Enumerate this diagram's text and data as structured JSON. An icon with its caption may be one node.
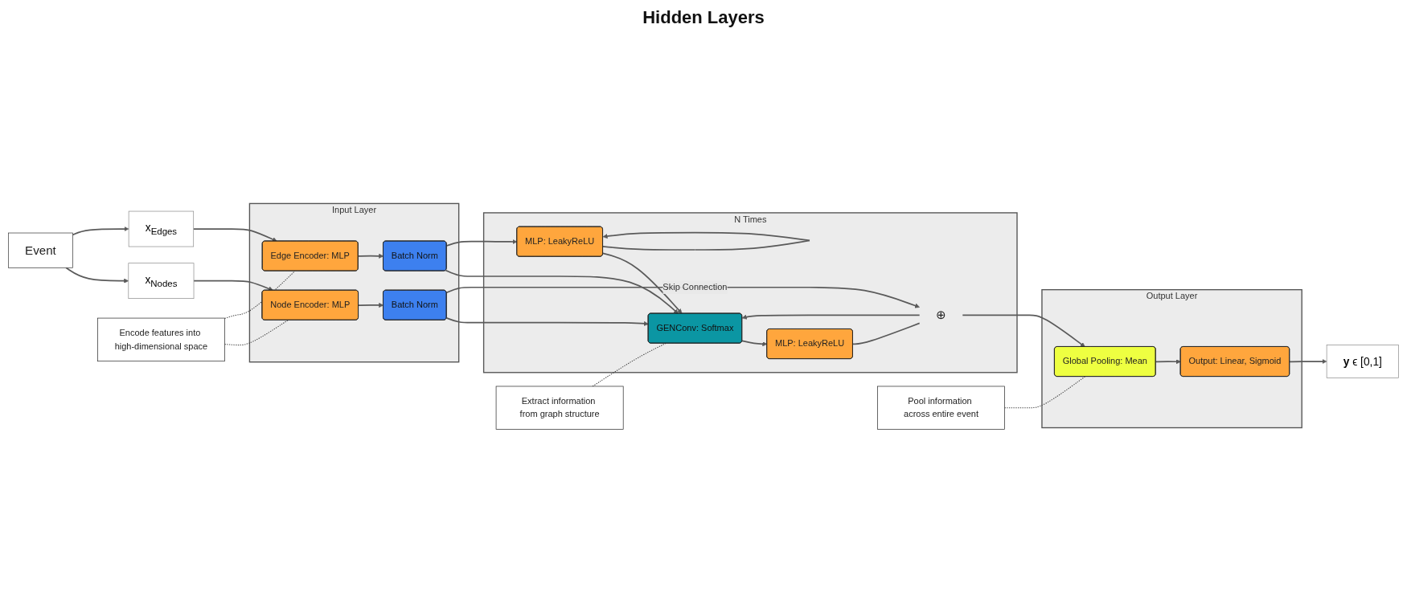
{
  "diagram": {
    "nodes": [
      {
        "text": [
          "Event"
        ]
      },
      {
        "text": [
          "x$_{Nodes}$"
        ]
      },
      {
        "text": [
          "x$_{Edges}$"
        ]
      },
      {
        "text": [
          "Input Layer"
        ]
      },
      {
        "text": [
          "Node Encoder: MLP"
        ],
        "in": 3
      },
      {
        "text": [
          "Batch Norm"
        ],
        "in": 3
      },
      {
        "text": [
          "Edge Encoder: MLP"
        ],
        "in": 3
      },
      {
        "text": [
          "Batch Norm"
        ],
        "in": 3
      },
      {
        "text": [
          "N Times"
        ]
      },
      {
        "text": [
          "GENConv: Softmax"
        ],
        "in": 8
      },
      {
        "text": [
          "MLP: LeakyReLU"
        ],
        "in": 8
      },
      {
        "text": [
          "⊕"
        ],
        "in": 8
      },
      {
        "text": [
          "MLP: LeakyReLU"
        ],
        "in": 8
      },
      {
        "text": [
          "Output Layer"
        ]
      },
      {
        "text": [
          "Global Pooling: Mean"
        ],
        "in": 13
      },
      {
        "text": [
          "Output: Linear, Sigmoid"
        ],
        "in": 13
      },
      {
        "text": [
          "**y** ϵ [0,1]"
        ]
      },
      {
        "text": [
          "Encode features into high-dimensional space"
        ]
      },
      {
        "text": [
          "Extract information from graph structure"
        ]
      },
      {
        "text": [
          "Pool information across entire event"
        ]
      }
    ],
    "edges": [
      {
        "from": 0,
        "to": 1,
        "arrow": "to"
      },
      {
        "from": 0,
        "to": 2,
        "arrow": "to"
      },
      {
        "from": 1,
        "to": 4,
        "arrow": "to"
      },
      {
        "from": 2,
        "to": 6,
        "arrow": "to"
      },
      {
        "from": 4,
        "to": 5,
        "arrow": "to"
      },
      {
        "from": 6,
        "to": 7,
        "arrow": "to"
      },
      {
        "from": 5,
        "to": 9,
        "arrow": "to"
      },
      {
        "from": 5,
        "to": 11,
        "arrow": "to",
        "label": "Skip Connection"
      },
      {
        "from": 7,
        "to": 9,
        "arrow": "to"
      },
      {
        "from": 7,
        "to": 12,
        "arrow": "to"
      },
      {
        "from": 9,
        "to": 10,
        "arrow": "to"
      },
      {
        "from": 10,
        "to": 11,
        "arrow": "none"
      },
      {
        "from": 11,
        "to": 14,
        "arrow": "to"
      },
      {
        "from": 11,
        "to": 9,
        "arrow": "to"
      },
      {
        "from": 12,
        "to": 9,
        "arrow": "to"
      },
      {
        "from": 12,
        "to": 12,
        "arrow": "to"
      },
      {
        "from": 14,
        "to": 15,
        "arrow": "to"
      },
      {
        "from": 15,
        "to": 16,
        "arrow": "to"
      },
      {
        "from": 17,
        "to": 4,
        "arrow": "none",
        "style": "dashed"
      },
      {
        "from": 17,
        "to": 6,
        "arrow": "none",
        "style": "dashed"
      },
      {
        "from": 18,
        "to": 9,
        "arrow": "none",
        "style": "dashed"
      },
      {
        "from": 19,
        "to": 14,
        "arrow": "none",
        "style": "dashed"
      }
    ],
    "labels": [
      "Hidden Layers"
    ]
  }
}
